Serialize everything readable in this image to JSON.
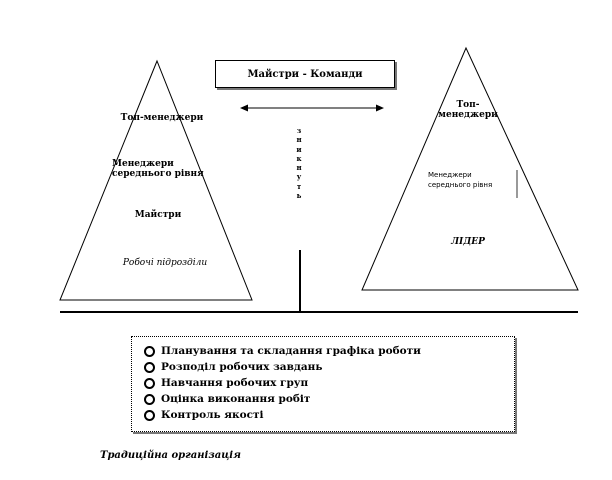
{
  "traditional_pyramid": {
    "levels": [
      "Топ-менеджери",
      "Менеджери середнього рівня",
      "Майстри",
      "Робочі підрозділи"
    ]
  },
  "team_box": {
    "label": "Майстри - Команди"
  },
  "vertical_label": "зникнуть",
  "team_pyramid": {
    "top_label": "Топ-менеджери",
    "middle_label": "Менеджери середнього рівня",
    "bottom_label": "ЛІДЕР"
  },
  "functions": [
    "Планування та складання графіка роботи",
    "Розподіл робочих завдань",
    "Навчання робочих груп",
    "Оцінка виконання робіт",
    "Контроль якості"
  ],
  "caption": "Традиційна організація",
  "icons": {
    "bullet": "circle-bullet-icon",
    "arrow": "double-arrow-icon"
  }
}
